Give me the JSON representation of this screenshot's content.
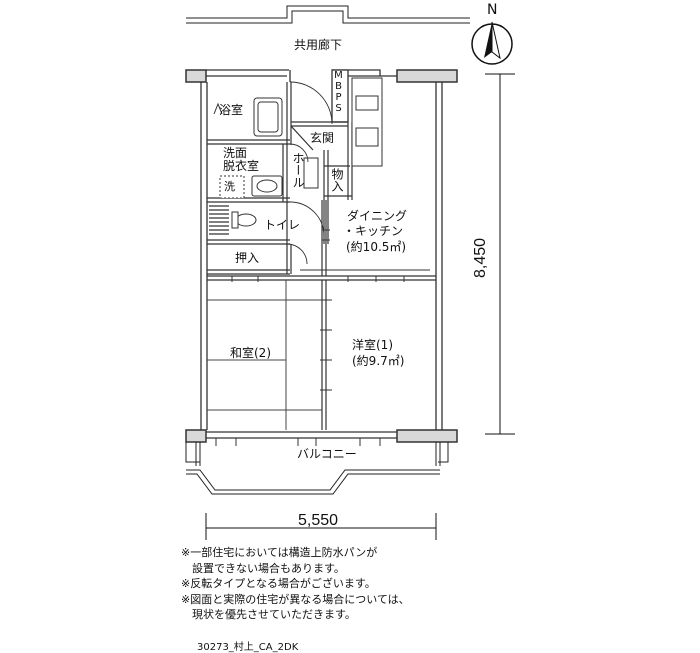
{
  "rooms": {
    "corridor": "共用廊下",
    "mbps": "MBPS",
    "bath": "浴室",
    "genkan": "玄関",
    "senmen_1": "洗面",
    "senmen_2": "脱衣室",
    "washer": "洗",
    "hall": "ホール",
    "closet_small": "物入",
    "toilet": "トイレ",
    "dk_line1": "ダイニング",
    "dk_line2": "・キッチン",
    "dk_area": "(約10.5㎡)",
    "oshiire": "押入",
    "washitsu": "和室(2)",
    "youshitsu": "洋室(1)",
    "youshitsu_area": "(約9.7㎡)",
    "balcony": "バルコニー"
  },
  "compass": {
    "label": "N"
  },
  "dimensions": {
    "width": "5,550",
    "depth": "8,450"
  },
  "notes": [
    "※一部住宅においては構造上防水パンが",
    "　設置できない場合もあります。",
    "※反転タイプとなる場合がございます。",
    "※図面と実際の住宅が異なる場合については、",
    "　現状を優先させていただきます。"
  ],
  "plan_code": "30273_村上_CA_2DK"
}
